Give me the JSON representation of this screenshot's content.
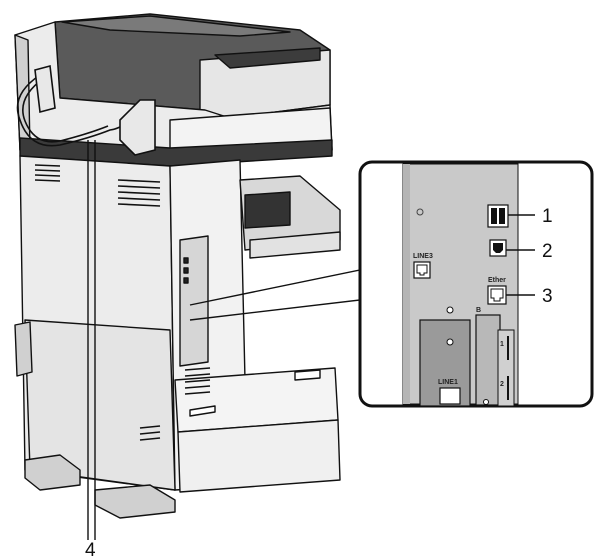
{
  "callouts": {
    "c1": "1",
    "c2": "2",
    "c3": "3",
    "c4": "4"
  },
  "port_labels": {
    "line3": "LINE3",
    "ether": "Ether",
    "line1": "LINE1",
    "slot_b": "B",
    "slot_1": "1",
    "slot_2": "2"
  },
  "colors": {
    "body_light": "#ececec",
    "body_mid": "#d6d6d6",
    "body_dark": "#4a4a4a",
    "panel_grey": "#c9c9c9",
    "outline": "#111111"
  }
}
